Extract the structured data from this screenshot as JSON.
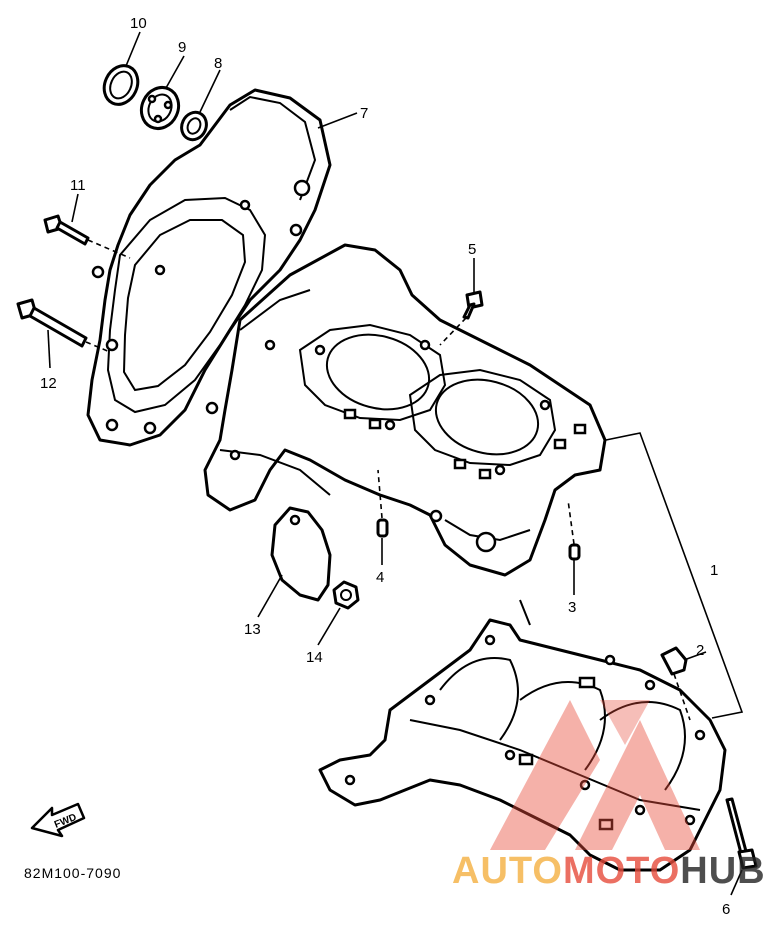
{
  "diagram_code": "82M100-7090",
  "arrow_label": "FWD",
  "watermark": {
    "part1": "AUTO",
    "part2": "MOTO",
    "part3": "HUB",
    "color_part1": "#f5b041",
    "color_part2": "#e74c3c",
    "color_part3": "#222222",
    "logo_color": "#e74c3c"
  },
  "callouts": [
    {
      "id": "1",
      "label": "1"
    },
    {
      "id": "2",
      "label": "2"
    },
    {
      "id": "3",
      "label": "3"
    },
    {
      "id": "4",
      "label": "4"
    },
    {
      "id": "5",
      "label": "5"
    },
    {
      "id": "6",
      "label": "6"
    },
    {
      "id": "7",
      "label": "7"
    },
    {
      "id": "8",
      "label": "8"
    },
    {
      "id": "9",
      "label": "9"
    },
    {
      "id": "10",
      "label": "10"
    },
    {
      "id": "11",
      "label": "11"
    },
    {
      "id": "12",
      "label": "12"
    },
    {
      "id": "13",
      "label": "13"
    },
    {
      "id": "14",
      "label": "14"
    }
  ]
}
